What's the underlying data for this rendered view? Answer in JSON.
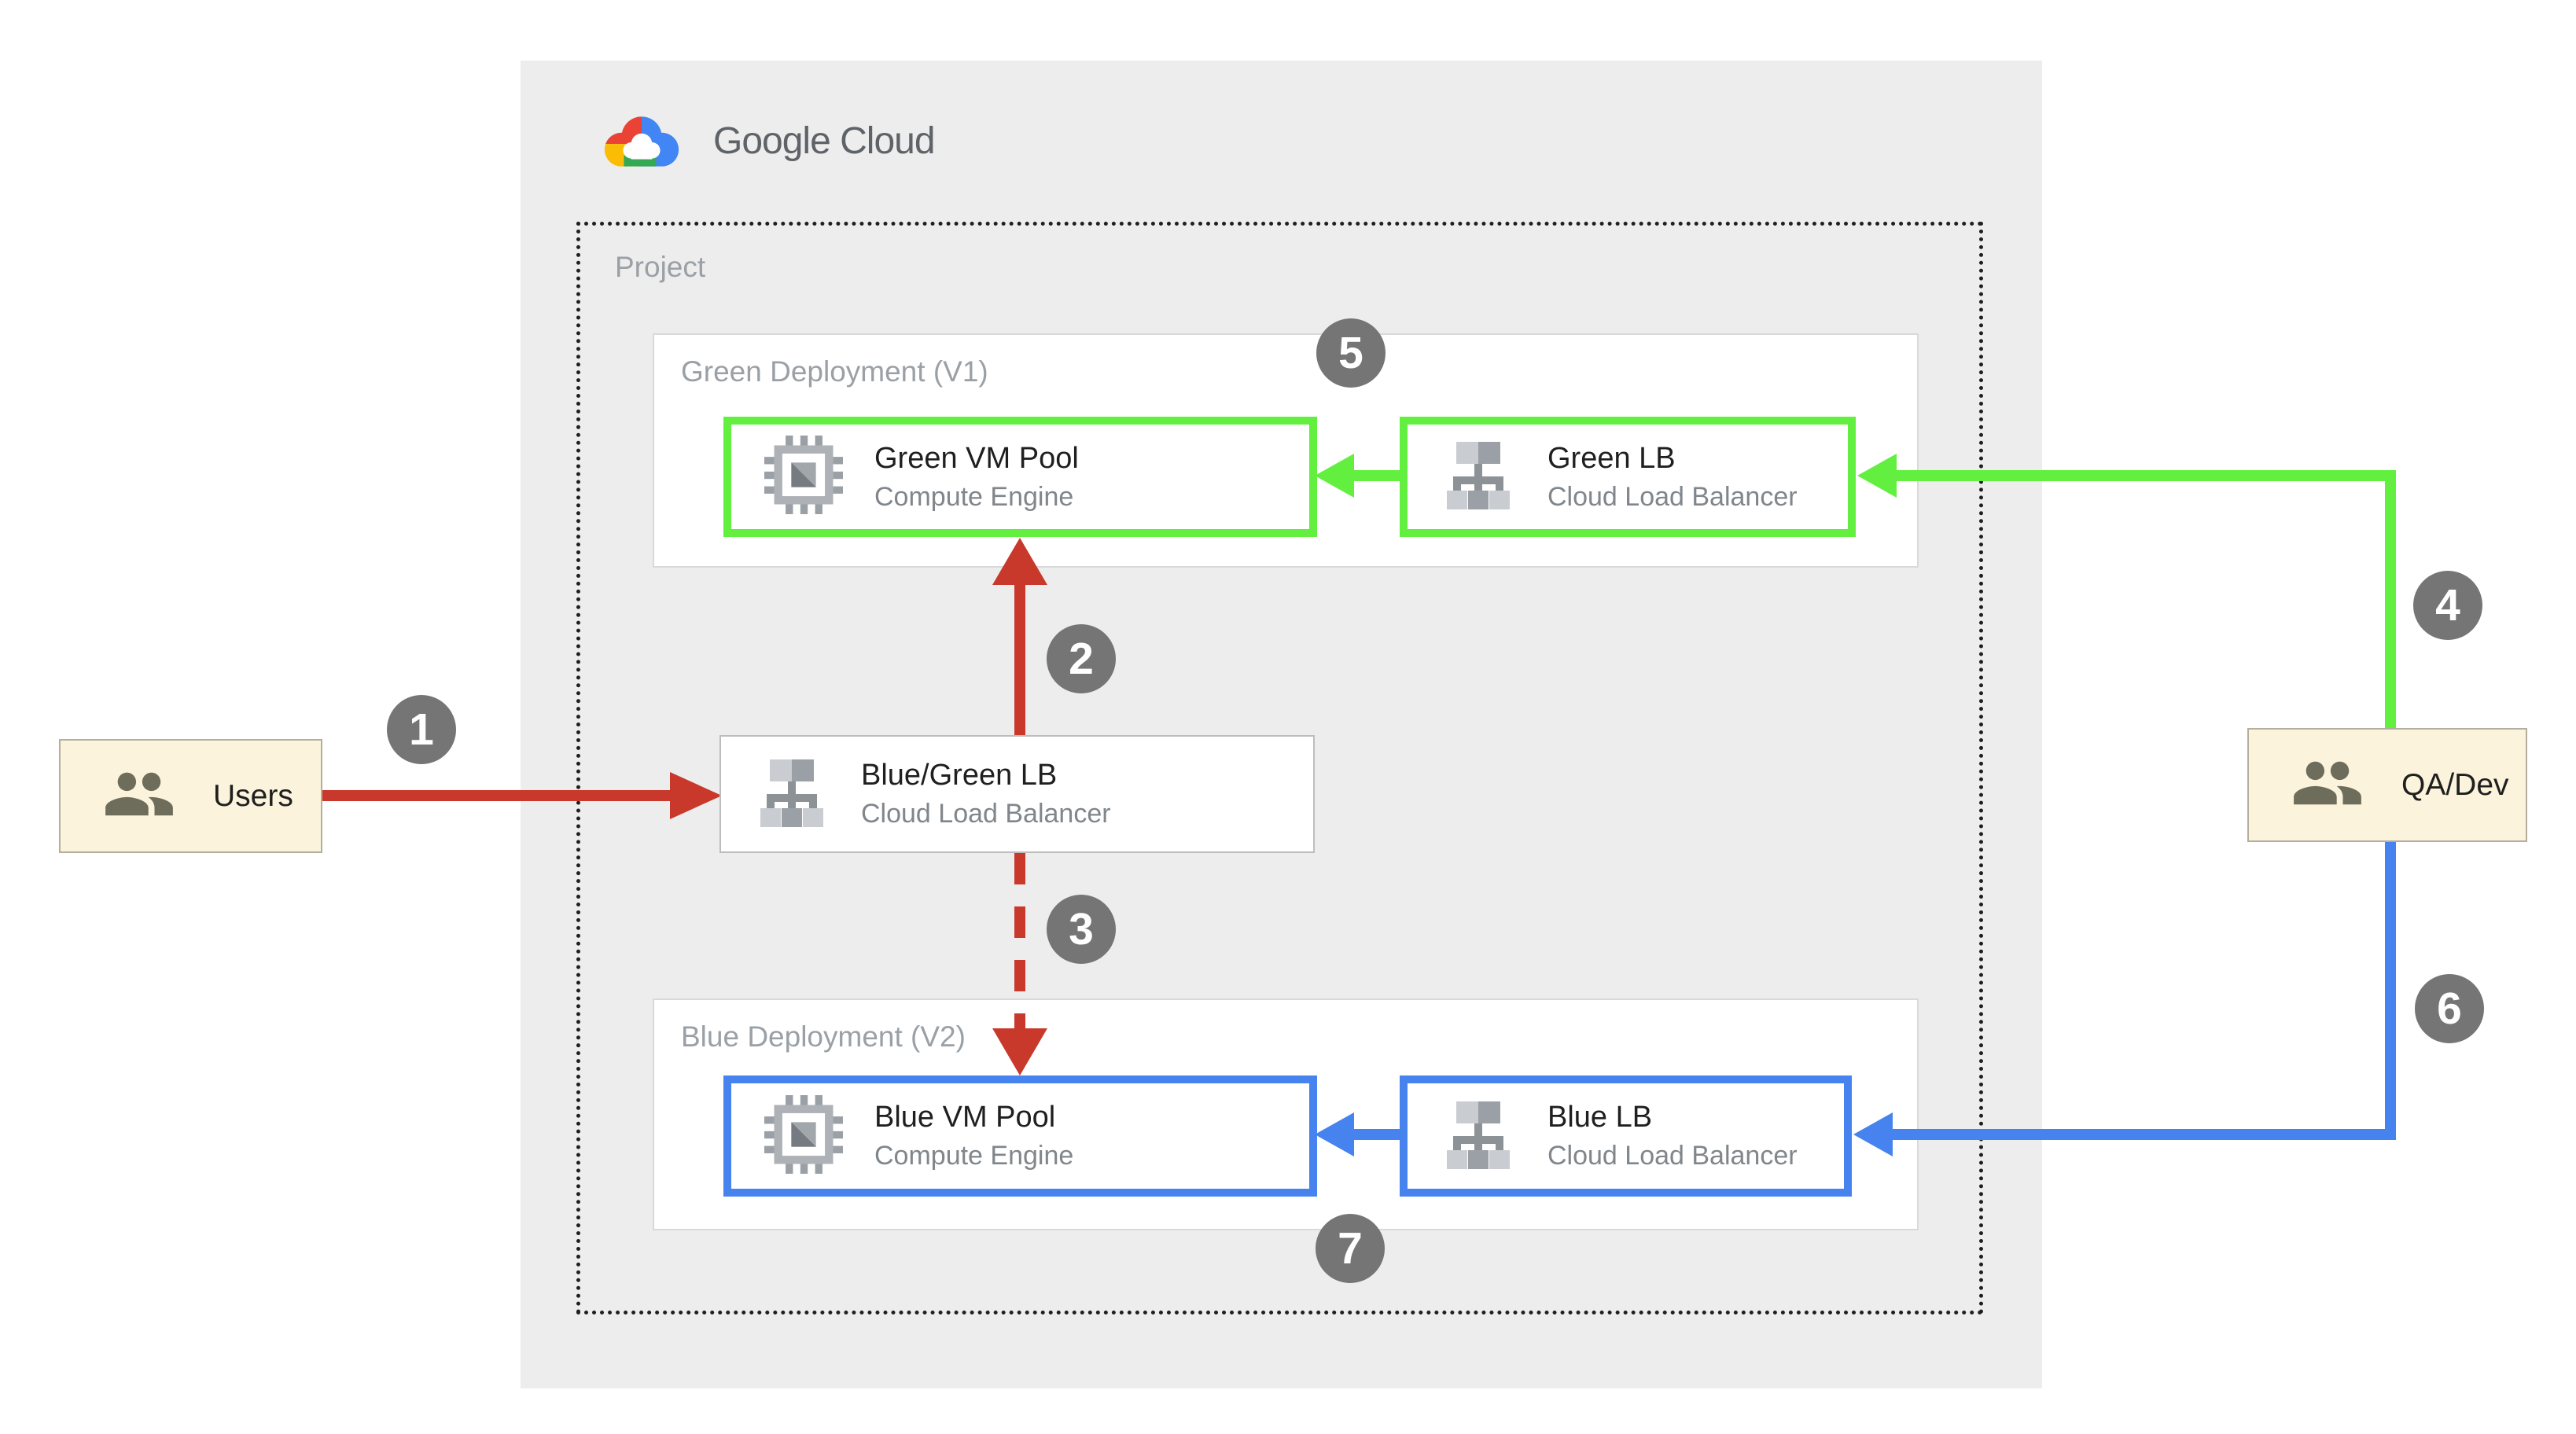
{
  "brand": {
    "name": "Google Cloud"
  },
  "project": {
    "label": "Project"
  },
  "deployments": {
    "green": {
      "label": "Green Deployment (V1)",
      "vm": {
        "title": "Green VM Pool",
        "subtitle": "Compute Engine",
        "icon": "compute-engine-icon"
      },
      "lb": {
        "title": "Green LB",
        "subtitle": "Cloud Load Balancer",
        "icon": "load-balancer-icon"
      }
    },
    "blue": {
      "label": "Blue Deployment (V2)",
      "vm": {
        "title": "Blue VM Pool",
        "subtitle": "Compute Engine",
        "icon": "compute-engine-icon"
      },
      "lb": {
        "title": "Blue LB",
        "subtitle": "Cloud Load Balancer",
        "icon": "load-balancer-icon"
      }
    }
  },
  "router": {
    "title": "Blue/Green LB",
    "subtitle": "Cloud Load Balancer",
    "icon": "load-balancer-icon"
  },
  "actors": {
    "users": {
      "label": "Users",
      "icon": "users-icon"
    },
    "qadev": {
      "label": "QA/Dev",
      "icon": "users-icon"
    }
  },
  "steps": [
    "1",
    "2",
    "3",
    "4",
    "5",
    "6",
    "7"
  ],
  "colors": {
    "green": "#62ef3f",
    "blue": "#4683ee",
    "red": "#c8392b",
    "badge": "#757575",
    "cream": "#fbf3dc",
    "panel": "#ededed",
    "logo_text": "#5f6368",
    "logo_red": "#ea4335",
    "logo_yellow": "#fbbc05",
    "logo_green": "#34a853",
    "logo_blue": "#4285f4"
  }
}
